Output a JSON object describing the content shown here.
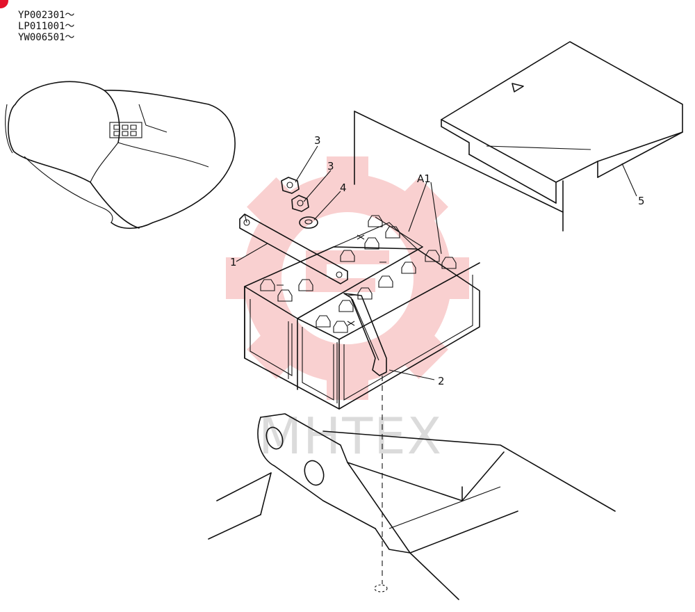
{
  "serial_numbers": [
    "YP002301～",
    "LP011001～",
    "YW006501～"
  ],
  "callouts": {
    "item_1": "1",
    "item_2": "2",
    "item_3a": "3",
    "item_3b": "3",
    "item_4": "4",
    "item_5": "5",
    "item_a1": "A1"
  },
  "watermark": {
    "text": "MHTEX"
  },
  "colors": {
    "line": "#111111",
    "watermark_gear": "#f4a3a3",
    "watermark_text": "#bdbdbd",
    "corner_mark": "#e3122b"
  }
}
